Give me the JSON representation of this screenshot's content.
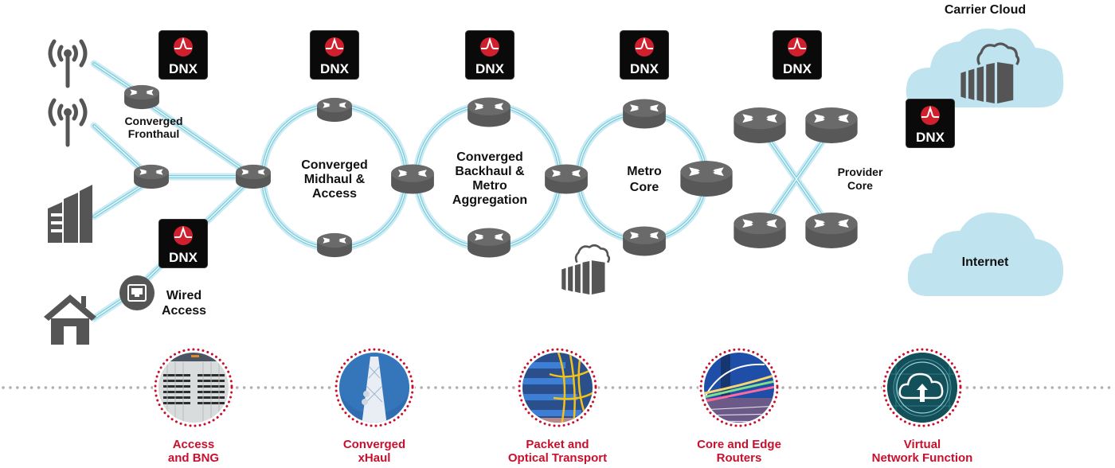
{
  "colors": {
    "link_glow": "#bfe6f0",
    "link_core": "#7fcfe0",
    "device_gray": "#5a5a5a",
    "device_top": "#6b6b6b",
    "cloud_fill": "#bfe3ef",
    "dnx_bg": "#0a0a0a",
    "dnx_logo_red": "#d0202e",
    "accent_red": "#c8102e",
    "timeline_dot": "#b0b0b0"
  },
  "badges": {
    "dnx_label": "DNX"
  },
  "segments": {
    "fronthaul": [
      "Converged",
      "Fronthaul"
    ],
    "midhaul": [
      "Converged",
      "Midhaul &",
      "Access"
    ],
    "backhaul": [
      "Converged",
      "Backhaul &",
      "Metro",
      "Aggregation"
    ],
    "metro_core": [
      "Metro",
      "Core"
    ],
    "provider_core": [
      "Provider",
      "Core"
    ],
    "wired_access": [
      "Wired",
      "Access"
    ],
    "carrier_cloud": "Carrier Cloud",
    "internet": "Internet"
  },
  "solutions": [
    {
      "line1": "Access",
      "line2": "and BNG",
      "image": "chassis-photo"
    },
    {
      "line1": "Converged",
      "line2": "xHaul",
      "image": "cell-tower-photo"
    },
    {
      "line1": "Packet and",
      "line2": "Optical Transport",
      "image": "fiber-cables-photo"
    },
    {
      "line1": "Core and Edge",
      "line2": "Routers",
      "image": "light-trails-bridge-photo"
    },
    {
      "line1": "Virtual",
      "line2": "Network Function",
      "image": "cloud-upload-photo"
    }
  ]
}
